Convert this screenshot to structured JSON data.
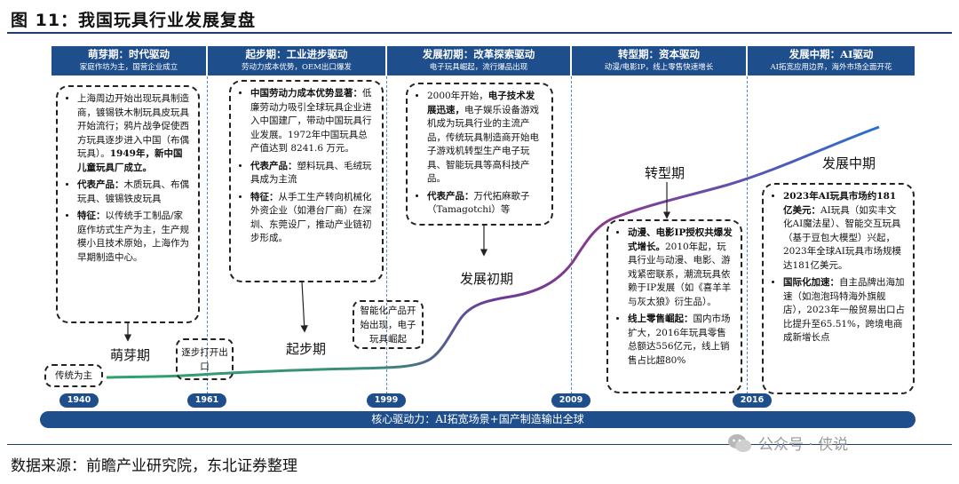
{
  "figure_title": "图 11：我国玩具行业发展复盘",
  "phases": [
    {
      "title": "萌芽期：时代驱动",
      "subtitle": "家庭作坊为主，国营企业成立"
    },
    {
      "title": "起步期：工业进步驱动",
      "subtitle": "劳动力成本优势，OEM出口爆发"
    },
    {
      "title": "发展初期：改革探索驱动",
      "subtitle": "电子玩具崛起，流行爆品出现"
    },
    {
      "title": "转型期：资本驱动",
      "subtitle": "动漫/电影IP，线上零售快速增长"
    },
    {
      "title": "发展中期：AI驱动",
      "subtitle": "AI拓宽应用边界，海外市场全面开花"
    }
  ],
  "years": [
    "1940",
    "1961",
    "1999",
    "2009",
    "2016"
  ],
  "stage_labels": [
    "萌芽期",
    "起步期",
    "发展初期",
    "转型期",
    "发展中期"
  ],
  "small_boxes": [
    "传统为主",
    "逐步打开出口",
    "智能化产品开始出现，电子玩具崛起"
  ],
  "box1": {
    "p1": "上海周边开始出现玩具制造商，镀锡铁木制玩具皮玩具开始流行；鸦片战争促使西方玩具逐步进入中国（布偶玩具）。",
    "p1b": "1949年，新中国儿童玩具厂成立。",
    "p2h": "代表产品：",
    "p2": "木质玩具、布偶玩具、镀锡铁皮玩具",
    "p3h": "特征：",
    "p3": "以传统手工制品/家庭作坊式生产为主，生产规模小且技术原始，上海作为早期制造中心。"
  },
  "box2": {
    "p1h": "中国劳动力成本优势显著：",
    "p1": "低廉劳动力吸引全球玩具企业进入中国建厂，带动中国玩具行业发展。1972年中国玩具总产值达到 8241.6 万元。",
    "p2h": "代表产品：",
    "p2": "塑料玩具、毛绒玩具成为主流",
    "p3h": "特征：",
    "p3": "从手工生产转向机械化外资企业（如港台厂商）在深圳、东莞设厂，推动产业链初步形成。"
  },
  "box3": {
    "p1a": "2000年开始，",
    "p1h": "电子技术发展迅速，",
    "p1": "电子娱乐设备游戏机成为玩具行业的主流产品，传统玩具制造商开始电子游戏机转型生产电子玩具、智能玩具等高科技产品。",
    "p2h": "代表产品：",
    "p2": "万代拓麻歌子（Tamagotchi）等"
  },
  "box4": {
    "p1h": "动漫、电影IP授权共爆发式增长。",
    "p1": "2010年起，玩具行业与动漫、电影、游戏紧密联系，潮流玩具依赖于IP发展（如《喜羊羊与灰太狼》衍生品）。",
    "p2h": "线上零售崛起：",
    "p2": "国内市场扩大，2016年玩具零售总额达556亿元，线上销售占比超80%"
  },
  "box5": {
    "p1h": "2023年AI玩具市场约181亿美元：",
    "p1": "AI玩具（如实丰文化AI魔法星）、智能交互玩具（基于豆包大模型）兴起，2023年全球AI玩具市场规模达181亿美元。",
    "p2h": "国际化加速：",
    "p2": "自主品牌出海加速（如泡泡玛特海外旗舰店），2023年一般贸易出口占比提升至65.51%，跨境电商成新增长点"
  },
  "core_driver": "核心驱动力：AI拓宽场景+国产制造输出全球",
  "source": "数据来源：前瞻产业研究院，东北证券整理",
  "watermark": "公众号 · 侠说",
  "colors": {
    "header": "#1f4e8c",
    "divider": "#4d8fd6",
    "curve_start": "#2fa36b",
    "curve_mid": "#7a3a9a",
    "curve_end": "#2a6fcf"
  }
}
